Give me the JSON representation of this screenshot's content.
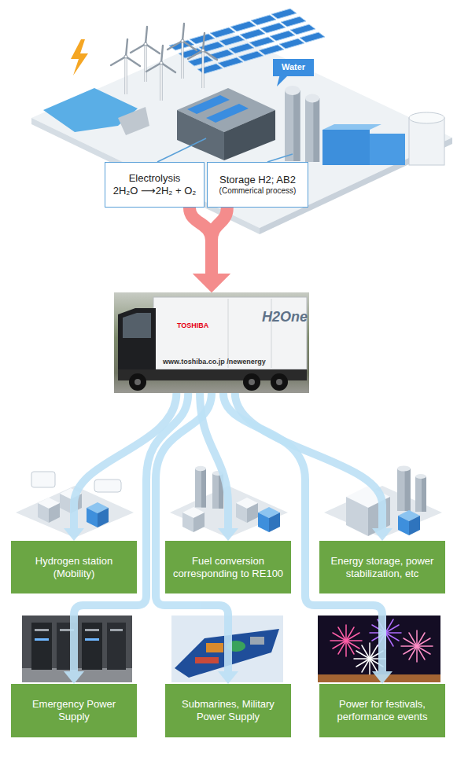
{
  "diagram": {
    "nodes": [
      {
        "text": [
          "Water"
        ]
      },
      {
        "text": [
          "Electrolysis",
          "2H₂O ⟶2H₂ + O₂"
        ]
      },
      {
        "text": [
          "Storage H2; AB2",
          "(Commerical process)"
        ]
      },
      {
        "text": [
          "TOSHIBA",
          "H2One",
          "www.toshiba.co.jp /newenergy"
        ]
      },
      {
        "text": [
          "Hydrogen station (Mobility)"
        ]
      },
      {
        "text": [
          "Fuel conversion corresponding to RE100"
        ]
      },
      {
        "text": [
          "Energy storage, power stabilization, etc"
        ]
      },
      {
        "text": [
          "Emergency Power Supply"
        ]
      },
      {
        "text": [
          "Submarines, Military Power Supply"
        ]
      },
      {
        "text": [
          "Power for festivals, performance events"
        ]
      }
    ],
    "edges": [
      {
        "from": 1,
        "to": 3,
        "arrow": "to"
      },
      {
        "from": 2,
        "to": 3,
        "arrow": "to"
      },
      {
        "from": 3,
        "to": 4,
        "arrow": "to"
      },
      {
        "from": 3,
        "to": 5,
        "arrow": "to"
      },
      {
        "from": 3,
        "to": 6,
        "arrow": "to"
      },
      {
        "from": 3,
        "to": 7,
        "arrow": "to"
      },
      {
        "from": 3,
        "to": 8,
        "arrow": "to"
      },
      {
        "from": 3,
        "to": 9,
        "arrow": "to"
      }
    ]
  }
}
